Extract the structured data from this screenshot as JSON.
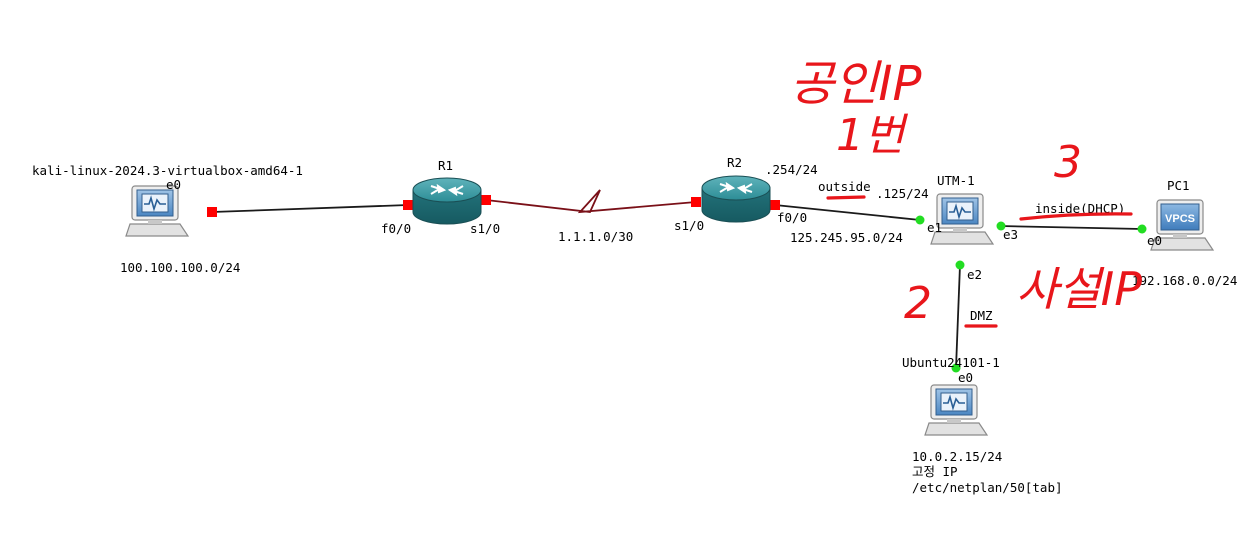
{
  "topology": {
    "devices": {
      "kali": {
        "name": "kali-linux-2024.3-virtualbox-amd64-1",
        "iface": "e0",
        "subnet": "100.100.100.0/24"
      },
      "r1": {
        "name": "R1",
        "iface_left": "f0/0",
        "iface_right": "s1/0"
      },
      "r2": {
        "name": "R2",
        "iface_left": "s1/0",
        "iface_right": "f0/0",
        "ip_top": ".254/24"
      },
      "utm": {
        "name": "UTM-1",
        "iface_outside": "e1",
        "iface_inside": "e3",
        "iface_dmz": "e2",
        "ip_outside": ".125/24"
      },
      "pc1": {
        "name": "PC1",
        "badge": "VPCS",
        "iface": "e0",
        "subnet": "192.168.0.0/24"
      },
      "ubuntu": {
        "name": "Ubuntu24101-1",
        "iface": "e0",
        "ip": "10.0.2.15/24",
        "note1": "고정 IP",
        "note2": "/etc/netplan/50[tab]"
      }
    },
    "links": {
      "serial_subnet": "1.1.1.0/30",
      "outside_subnet": "125.245.95.0/24",
      "outside_label": "outside",
      "inside_label": "inside(DHCP)",
      "dmz_label": "DMZ"
    }
  },
  "annotations": {
    "public_ip": "공인IP",
    "one": "1번",
    "two": "2",
    "three": "3",
    "private_ip": "사설IP"
  },
  "colors": {
    "link": "#1a1a1a",
    "serial_link": "#7a1018",
    "port_down": "#ff0000",
    "port_up": "#22dd22",
    "router_body": "#2a8a92",
    "annotation": "#e8161b"
  }
}
